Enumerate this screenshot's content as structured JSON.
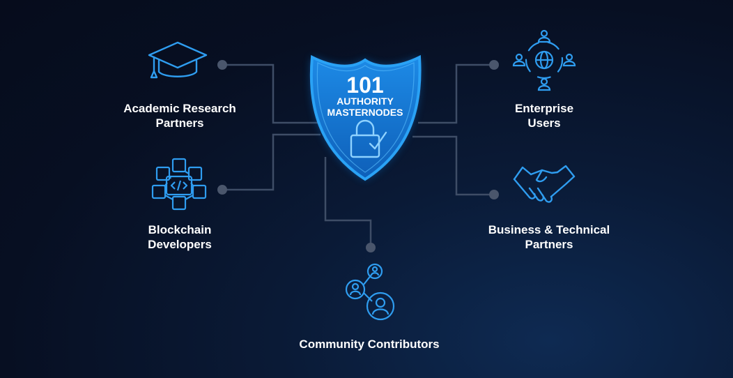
{
  "center": {
    "number": "101",
    "line1": "AUTHORITY",
    "line2": "MASTERNODES",
    "icon": "padlock-check-icon"
  },
  "nodes": {
    "academic": {
      "line1": "Academic Research",
      "line2": "Partners",
      "icon": "graduation-cap-icon"
    },
    "enterprise": {
      "line1": "Enterprise",
      "line2": "Users",
      "icon": "global-network-users-icon"
    },
    "blockchain": {
      "line1": "Blockchain",
      "line2": "Developers",
      "icon": "blockchain-cubes-code-icon"
    },
    "business": {
      "line1": "Business & Technical",
      "line2": "Partners",
      "icon": "handshake-icon"
    },
    "community": {
      "line1": "Community Contributors",
      "icon": "connected-people-icon"
    }
  },
  "colors": {
    "background": "#070f22",
    "icon_stroke": "#2f9df0",
    "connector": "#3e4d66",
    "shield_fill": "#1577d6",
    "shield_border": "#2aa2f5",
    "text": "#ffffff"
  }
}
